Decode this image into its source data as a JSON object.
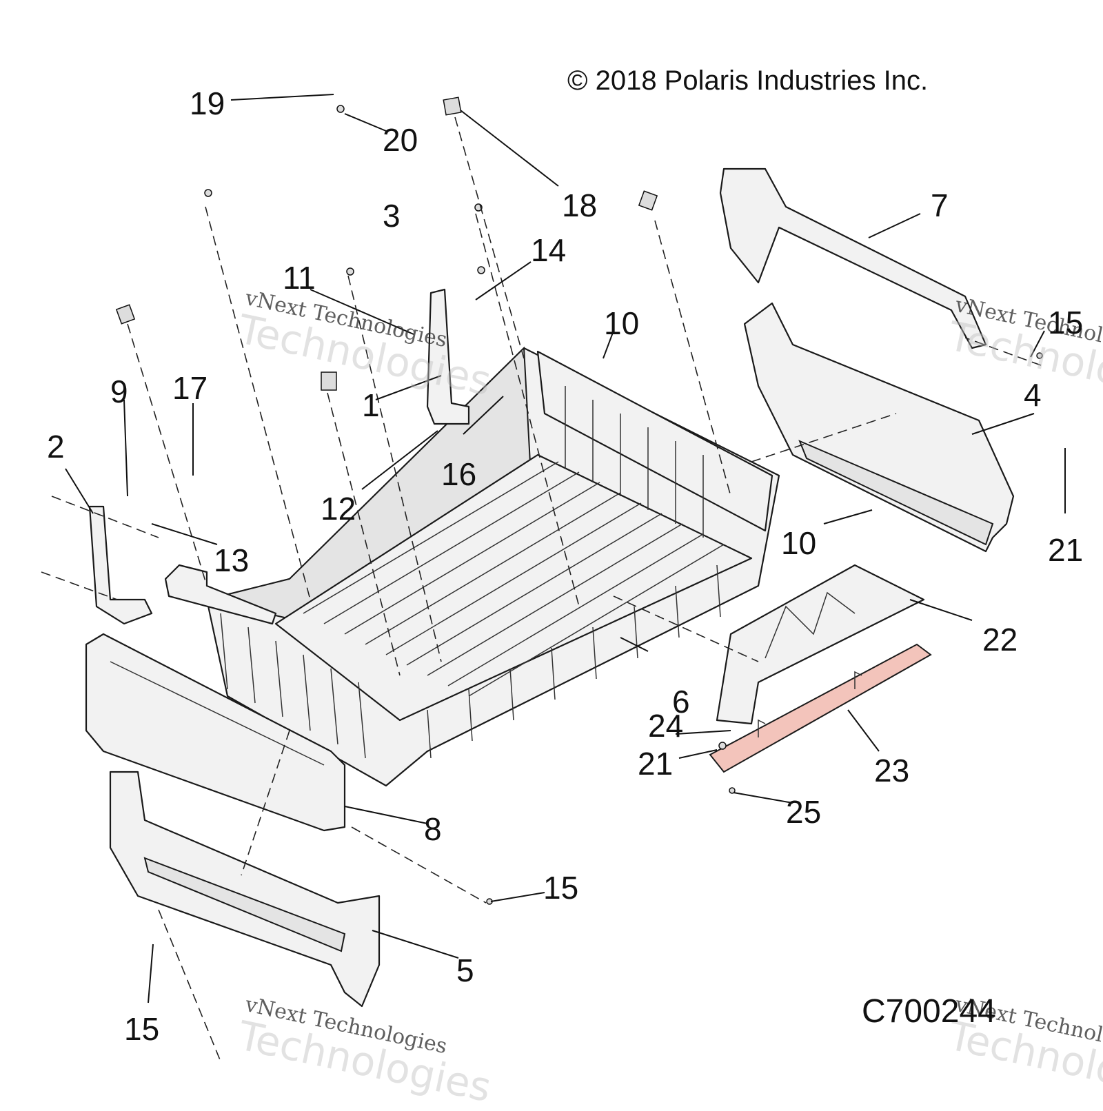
{
  "copyright": "© 2018 Polaris Industries Inc.",
  "diagram_code": "C700244",
  "watermark": {
    "line1": "vNext Technologies",
    "line2": "Technologies"
  },
  "callouts": [
    {
      "id": "c1",
      "text": "1"
    },
    {
      "id": "c2",
      "text": "2"
    },
    {
      "id": "c3",
      "text": "3"
    },
    {
      "id": "c4",
      "text": "4"
    },
    {
      "id": "c5",
      "text": "5"
    },
    {
      "id": "c6",
      "text": "6"
    },
    {
      "id": "c7",
      "text": "7"
    },
    {
      "id": "c8",
      "text": "8"
    },
    {
      "id": "c9",
      "text": "9"
    },
    {
      "id": "c10a",
      "text": "10"
    },
    {
      "id": "c10b",
      "text": "10"
    },
    {
      "id": "c11",
      "text": "11"
    },
    {
      "id": "c12",
      "text": "12"
    },
    {
      "id": "c13",
      "text": "13"
    },
    {
      "id": "c14",
      "text": "14"
    },
    {
      "id": "c15a",
      "text": "15"
    },
    {
      "id": "c15b",
      "text": "15"
    },
    {
      "id": "c15c",
      "text": "15"
    },
    {
      "id": "c16",
      "text": "16"
    },
    {
      "id": "c17",
      "text": "17"
    },
    {
      "id": "c18",
      "text": "18"
    },
    {
      "id": "c19",
      "text": "19"
    },
    {
      "id": "c20",
      "text": "20"
    },
    {
      "id": "c21a",
      "text": "21"
    },
    {
      "id": "c21b",
      "text": "21"
    },
    {
      "id": "c22",
      "text": "22"
    },
    {
      "id": "c23",
      "text": "23"
    },
    {
      "id": "c24",
      "text": "24"
    },
    {
      "id": "c25",
      "text": "25"
    }
  ]
}
